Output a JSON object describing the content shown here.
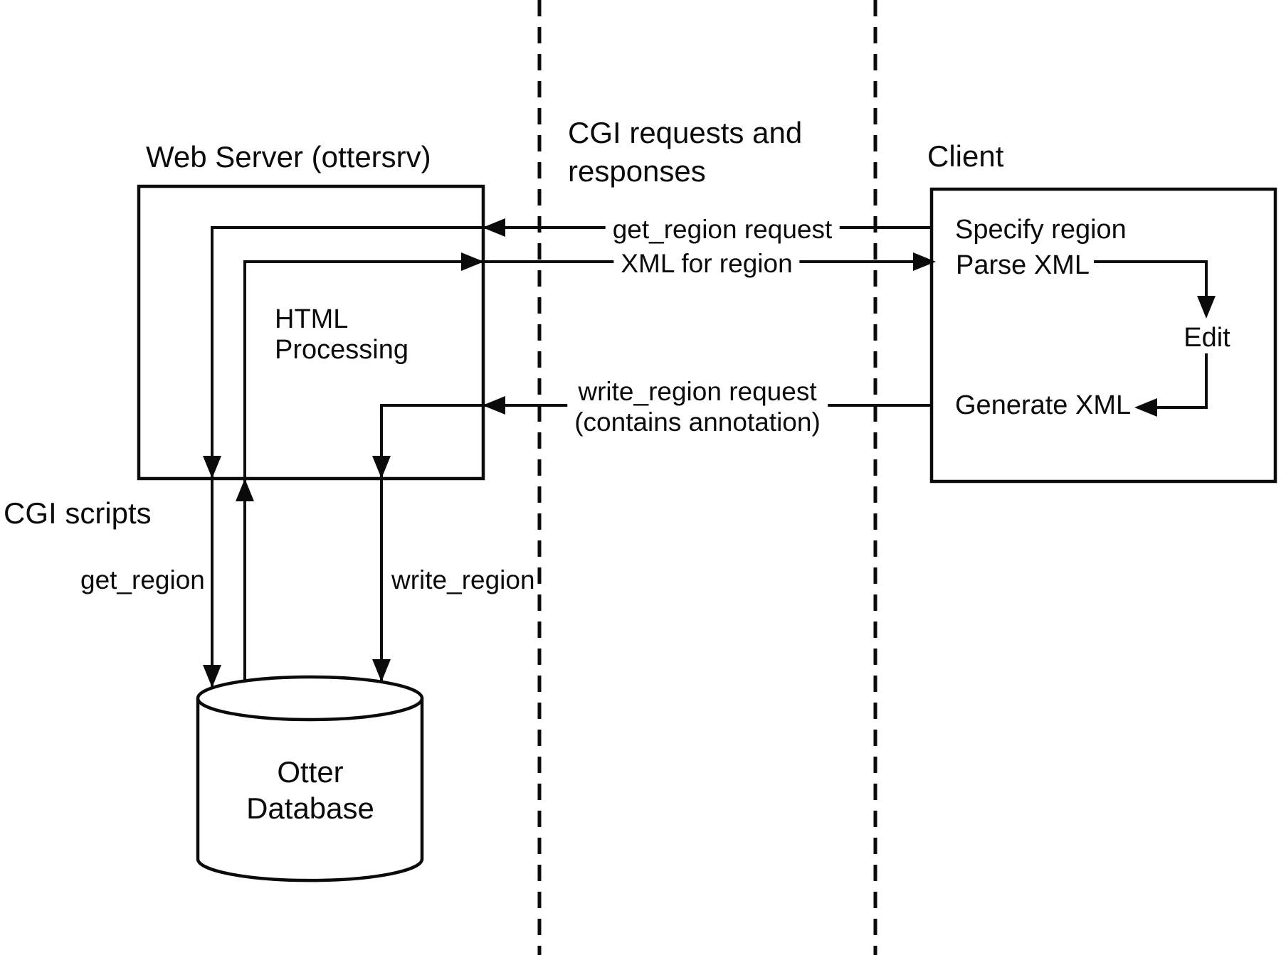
{
  "colors": {
    "ink": "#0b0b0b",
    "background": "#ffffff"
  },
  "web_server": {
    "title": "Web Server (ottersrv)",
    "process_label": "HTML Processing",
    "cgi_scripts_label": "CGI scripts"
  },
  "cgi_calls": {
    "get_label": "get_region",
    "write_label": "write_region"
  },
  "database": {
    "label": "Otter Database"
  },
  "channel": {
    "title": "CGI requests and responses",
    "get_request_label": "get_region request",
    "xml_response_label": "XML for region",
    "write_request_label": "write_region request",
    "write_request_note": "(contains annotation)"
  },
  "client": {
    "title": "Client",
    "steps": {
      "specify": "Specify region",
      "parse": "Parse XML",
      "edit": "Edit",
      "generate": "Generate XML"
    }
  }
}
